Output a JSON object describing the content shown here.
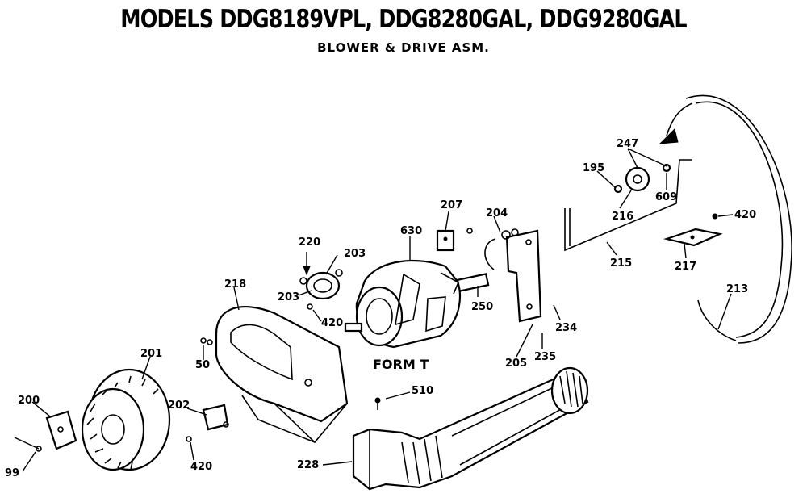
{
  "header": {
    "title": "MODELS DDG8189VPL, DDG8280GAL, DDG9280GAL",
    "subtitle": "BLOWER & DRIVE ASM."
  },
  "diagram": {
    "form_label": "FORM T",
    "labels": {
      "p99": "99",
      "p200": "200",
      "p201": "201",
      "p202": "202",
      "p420a": "420",
      "p50": "50",
      "p218": "218",
      "p220": "220",
      "p203a": "203",
      "p203b": "203",
      "p420b": "420",
      "p630": "630",
      "p207": "207",
      "p204": "204",
      "p250": "250",
      "p205": "205",
      "p235": "235",
      "p234": "234",
      "p510": "510",
      "p228": "228",
      "p195": "195",
      "p247": "247",
      "p216": "216",
      "p609": "609",
      "p215": "215",
      "p420c": "420",
      "p217": "217",
      "p213": "213"
    }
  }
}
